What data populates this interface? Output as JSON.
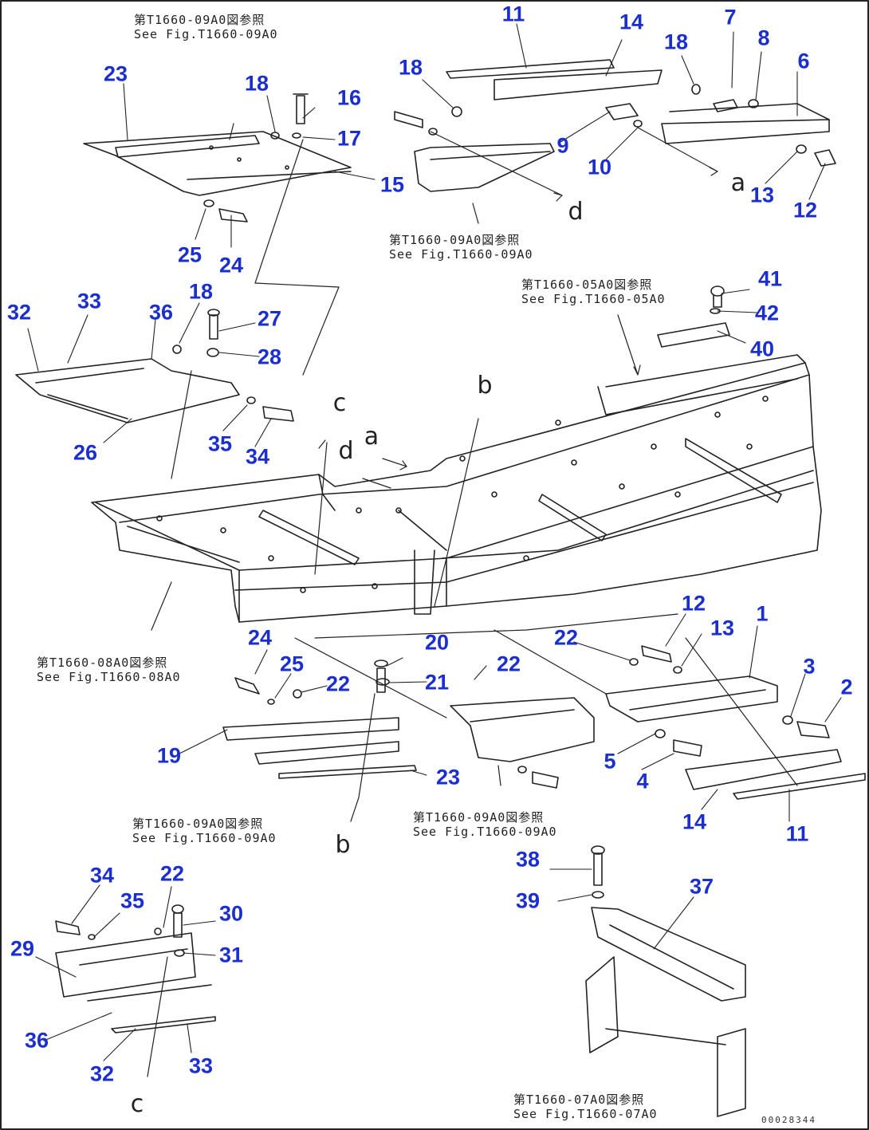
{
  "diagram_code": "00028344",
  "callouts": [
    {
      "id": "c11a",
      "label": "11"
    },
    {
      "id": "c14a",
      "label": "14"
    },
    {
      "id": "c18c",
      "label": "18"
    },
    {
      "id": "c7",
      "label": "7"
    },
    {
      "id": "c8",
      "label": "8"
    },
    {
      "id": "c6",
      "label": "6"
    },
    {
      "id": "c23a",
      "label": "23"
    },
    {
      "id": "c18a",
      "label": "18"
    },
    {
      "id": "c16",
      "label": "16"
    },
    {
      "id": "c17",
      "label": "17"
    },
    {
      "id": "c15",
      "label": "15"
    },
    {
      "id": "c25a",
      "label": "25"
    },
    {
      "id": "c24a",
      "label": "24"
    },
    {
      "id": "c18b",
      "label": "18"
    },
    {
      "id": "c9",
      "label": "9"
    },
    {
      "id": "c10",
      "label": "10"
    },
    {
      "id": "c13a",
      "label": "13"
    },
    {
      "id": "c12a",
      "label": "12"
    },
    {
      "id": "c41",
      "label": "41"
    },
    {
      "id": "c42",
      "label": "42"
    },
    {
      "id": "c40",
      "label": "40"
    },
    {
      "id": "c32a",
      "label": "32"
    },
    {
      "id": "c33a",
      "label": "33"
    },
    {
      "id": "c36a",
      "label": "36"
    },
    {
      "id": "c18d",
      "label": "18"
    },
    {
      "id": "c27",
      "label": "27"
    },
    {
      "id": "c28",
      "label": "28"
    },
    {
      "id": "c26",
      "label": "26"
    },
    {
      "id": "c35a",
      "label": "35"
    },
    {
      "id": "c34a",
      "label": "34"
    },
    {
      "id": "c12b",
      "label": "12"
    },
    {
      "id": "c1",
      "label": "1"
    },
    {
      "id": "c13b",
      "label": "13"
    },
    {
      "id": "c24b",
      "label": "24"
    },
    {
      "id": "c20",
      "label": "20"
    },
    {
      "id": "c22a",
      "label": "22"
    },
    {
      "id": "c3",
      "label": "3"
    },
    {
      "id": "c2",
      "label": "2"
    },
    {
      "id": "c25b",
      "label": "25"
    },
    {
      "id": "c21",
      "label": "21"
    },
    {
      "id": "c22b",
      "label": "22"
    },
    {
      "id": "c22c",
      "label": "22"
    },
    {
      "id": "c19",
      "label": "19"
    },
    {
      "id": "c23b",
      "label": "23"
    },
    {
      "id": "c5",
      "label": "5"
    },
    {
      "id": "c4",
      "label": "4"
    },
    {
      "id": "c14b",
      "label": "14"
    },
    {
      "id": "c11b",
      "label": "11"
    },
    {
      "id": "c38",
      "label": "38"
    },
    {
      "id": "c39",
      "label": "39"
    },
    {
      "id": "c37",
      "label": "37"
    },
    {
      "id": "c34b",
      "label": "34"
    },
    {
      "id": "c22d",
      "label": "22"
    },
    {
      "id": "c35b",
      "label": "35"
    },
    {
      "id": "c30",
      "label": "30"
    },
    {
      "id": "c29",
      "label": "29"
    },
    {
      "id": "c31",
      "label": "31"
    },
    {
      "id": "c36b",
      "label": "36"
    },
    {
      "id": "c32b",
      "label": "32"
    },
    {
      "id": "c33b",
      "label": "33"
    }
  ],
  "references": [
    {
      "id": "r1",
      "jp": "第T1660-09A0図参照",
      "en": "See Fig.T1660-09A0"
    },
    {
      "id": "r2",
      "jp": "第T1660-09A0図参照",
      "en": "See Fig.T1660-09A0"
    },
    {
      "id": "r3",
      "jp": "第T1660-05A0図参照",
      "en": "See Fig.T1660-05A0"
    },
    {
      "id": "r4",
      "jp": "第T1660-08A0図参照",
      "en": "See Fig.T1660-08A0"
    },
    {
      "id": "r5",
      "jp": "第T1660-09A0図参照",
      "en": "See Fig.T1660-09A0"
    },
    {
      "id": "r6",
      "jp": "第T1660-09A0図参照",
      "en": "See Fig.T1660-09A0"
    },
    {
      "id": "r7",
      "jp": "第T1660-07A0図参照",
      "en": "See Fig.T1660-07A0"
    }
  ],
  "letters": [
    {
      "id": "la",
      "label": "a"
    },
    {
      "id": "lb1",
      "label": "b"
    },
    {
      "id": "lc1",
      "label": "c"
    },
    {
      "id": "ld1",
      "label": "d"
    },
    {
      "id": "ld2",
      "label": "d"
    },
    {
      "id": "la2",
      "label": "a"
    },
    {
      "id": "lb2",
      "label": "b"
    },
    {
      "id": "lc2",
      "label": "c"
    }
  ]
}
